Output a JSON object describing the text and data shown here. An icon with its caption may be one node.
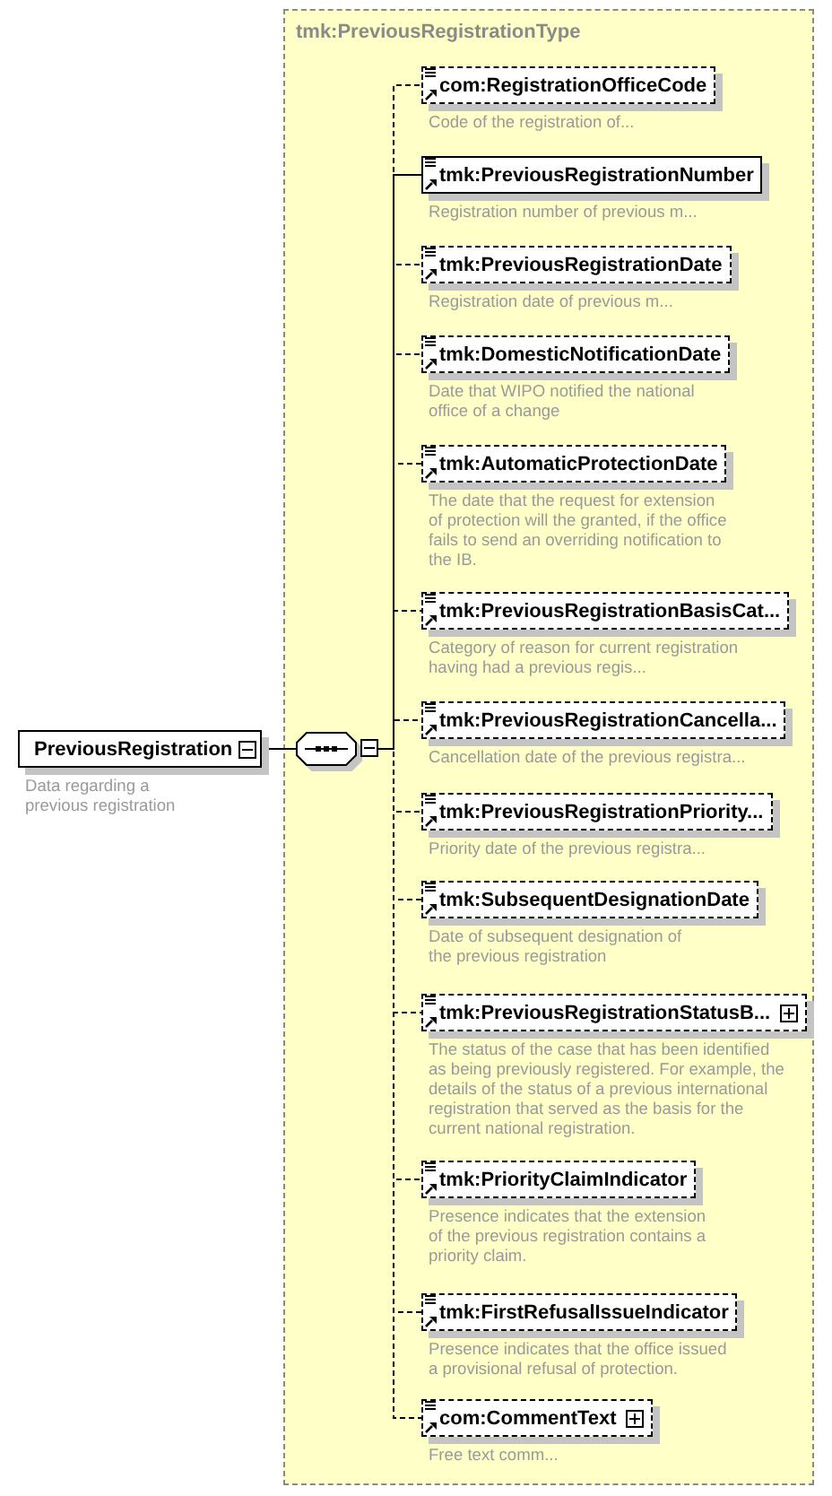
{
  "diagram": {
    "nodes": [
      {
        "text": [
          "PreviousRegistration"
        ],
        "beside": [
          "Data regarding a previous registration"
        ]
      },
      {
        "text": [
          "tmk:PreviousRegistrationType"
        ]
      },
      {
        "text": [],
        "shape": "octagon",
        "in": 1
      },
      {
        "text": [
          "com:RegistrationOfficeCode"
        ],
        "in": 1,
        "beside": [
          "Code of the registration of..."
        ]
      },
      {
        "text": [
          "tmk:PreviousRegistrationNumber"
        ],
        "in": 1,
        "beside": [
          "Registration number of previous m..."
        ]
      },
      {
        "text": [
          "tmk:PreviousRegistrationDate"
        ],
        "in": 1,
        "beside": [
          "Registration date of previous m..."
        ]
      },
      {
        "text": [
          "tmk:DomesticNotificationDate"
        ],
        "in": 1,
        "beside": [
          "Date that WIPO notified the national office of a change"
        ]
      },
      {
        "text": [
          "tmk:AutomaticProtectionDate"
        ],
        "in": 1,
        "beside": [
          "The date that the request for extension of protection will the granted, if the office fails to send an overriding notification to the IB."
        ]
      },
      {
        "text": [
          "tmk:PreviousRegistrationBasisCat..."
        ],
        "in": 1,
        "beside": [
          "Category of reason for current registration having had a previous regis..."
        ]
      },
      {
        "text": [
          "tmk:PreviousRegistrationCancella..."
        ],
        "in": 1,
        "beside": [
          "Cancellation date of the previous registra..."
        ]
      },
      {
        "text": [
          "tmk:PreviousRegistrationPriority..."
        ],
        "in": 1,
        "beside": [
          "Priority date of the previous registra..."
        ]
      },
      {
        "text": [
          "tmk:SubsequentDesignationDate"
        ],
        "in": 1,
        "beside": [
          "Date of subsequent designation of the previous registration"
        ]
      },
      {
        "text": [
          "tmk:PreviousRegistrationStatusB..."
        ],
        "in": 1,
        "beside": [
          "The status of the case that has been identified as being previously registered. For example, the details of the status of a previous international registration that served as the basis for the current national registration."
        ]
      },
      {
        "text": [
          "tmk:PriorityClaimIndicator"
        ],
        "in": 1,
        "beside": [
          "Presence indicates that the extension of the previous registration contains a priority claim."
        ]
      },
      {
        "text": [
          "tmk:FirstRefusalIssueIndicator"
        ],
        "in": 1,
        "beside": [
          "Presence indicates that the office issued a provisional refusal of protection."
        ]
      },
      {
        "text": [
          "com:CommentText"
        ],
        "in": 1,
        "beside": [
          "Free text comm..."
        ]
      }
    ],
    "edges": [
      {
        "from": 0,
        "to": 2,
        "arrow": "none"
      },
      {
        "from": 2,
        "to": 3,
        "arrow": "none",
        "style": "dashed"
      },
      {
        "from": 2,
        "to": 4,
        "arrow": "none"
      },
      {
        "from": 2,
        "to": 5,
        "arrow": "none",
        "style": "dashed"
      },
      {
        "from": 2,
        "to": 6,
        "arrow": "none",
        "style": "dashed"
      },
      {
        "from": 2,
        "to": 7,
        "arrow": "none",
        "style": "dashed"
      },
      {
        "from": 2,
        "to": 8,
        "arrow": "none",
        "style": "dashed"
      },
      {
        "from": 2,
        "to": 9,
        "arrow": "none",
        "style": "dashed"
      },
      {
        "from": 2,
        "to": 10,
        "arrow": "none",
        "style": "dashed"
      },
      {
        "from": 2,
        "to": 11,
        "arrow": "none",
        "style": "dashed"
      },
      {
        "from": 2,
        "to": 12,
        "arrow": "none",
        "style": "dashed"
      },
      {
        "from": 2,
        "to": 13,
        "arrow": "none",
        "style": "dashed"
      },
      {
        "from": 2,
        "to": 14,
        "arrow": "none",
        "style": "dashed"
      },
      {
        "from": 2,
        "to": 15,
        "arrow": "none",
        "style": "dashed"
      }
    ]
  }
}
